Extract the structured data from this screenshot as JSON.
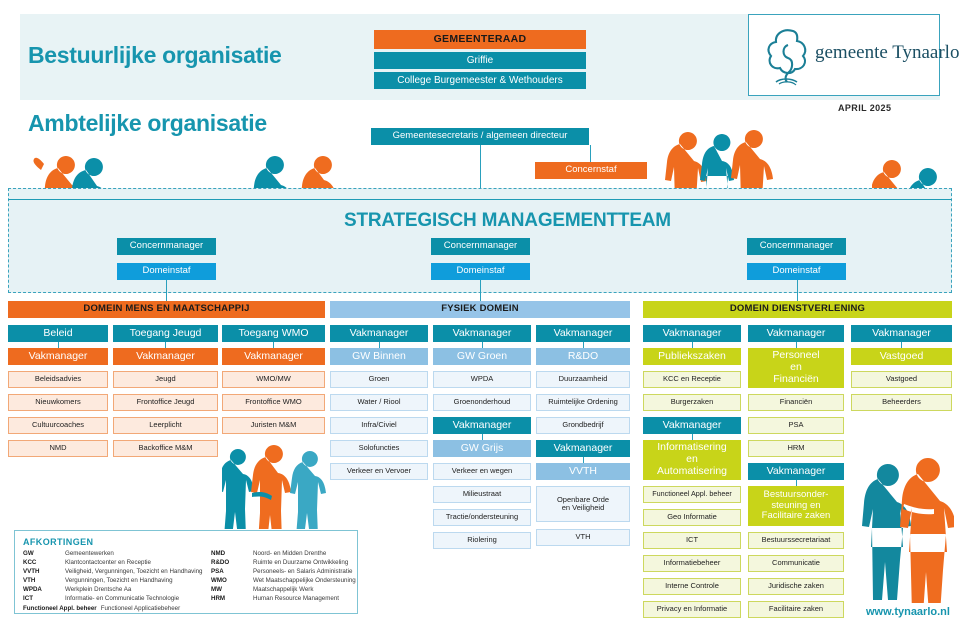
{
  "meta": {
    "date_label": "APRIL 2025",
    "website": "www.tynaarlo.nl",
    "logo_text": "gemeente Tynaarlo"
  },
  "headings": {
    "bestuurlijke": "Bestuurlijke organisatie",
    "ambtelijke": "Ambtelijke organisatie",
    "smt": "STRATEGISCH MANAGEMENTTEAM"
  },
  "bestuurlijk": {
    "raad": "GEMEENTERAAD",
    "griffie": "Griffie",
    "college": "College Burgemeester & Wethouders"
  },
  "ambtelijk": {
    "secretaris": "Gemeentesecretaris / algemeen directeur",
    "concernstaf": "Concernstaf"
  },
  "smt_nodes": [
    {
      "manager": "Concernmanager",
      "staf": "Domeinstaf"
    },
    {
      "manager": "Concernmanager",
      "staf": "Domeinstaf"
    },
    {
      "manager": "Concernmanager",
      "staf": "Domeinstaf"
    }
  ],
  "domains": [
    {
      "id": "mens-en-maatschappij",
      "header": "DOMEIN MENS EN MAATSCHAPPIJ",
      "columns": [
        {
          "unit": "Beleid",
          "manager": "Vakmanager",
          "teams": [
            "Beleidsadvies",
            "Nieuwkomers",
            "Cultuurcoaches",
            "NMD"
          ]
        },
        {
          "unit": "Toegang Jeugd",
          "manager": "Vakmanager",
          "teams": [
            "Jeugd",
            "Frontoffice Jeugd",
            "Leerplicht",
            "Backoffice M&M"
          ]
        },
        {
          "unit": "Toegang WMO",
          "manager": "Vakmanager",
          "teams": [
            "WMO/MW",
            "Frontoffice WMO",
            "Juristen M&M"
          ]
        }
      ]
    },
    {
      "id": "fysiek-domein",
      "header": "FYSIEK DOMEIN",
      "columns": [
        {
          "manager": "Vakmanager",
          "unit": "GW Binnen",
          "teams": [
            "Groen",
            "Water / Riool",
            "Infra/Civiel",
            "Solofuncties",
            "Verkeer en Vervoer"
          ]
        },
        {
          "manager": "Vakmanager",
          "unit": "GW Groen",
          "teams": [
            "WPDA",
            "Groenonderhoud"
          ],
          "manager2": "Vakmanager",
          "unit2": "GW Grijs",
          "teams2": [
            "Verkeer en wegen",
            "Milieustraat",
            "Tractie/ondersteuning",
            "Riolering"
          ]
        },
        {
          "manager": "Vakmanager",
          "unit": "R&DO",
          "teams": [
            "Duurzaamheid",
            "Ruimtelijke Ordening",
            "Grondbedrijf"
          ],
          "manager2": "Vakmanager",
          "unit2": "VVTH",
          "teams2": [
            "Openbare Orde\nen Veiligheid",
            "VTH"
          ]
        }
      ]
    },
    {
      "id": "dienstverlening",
      "header": "DOMEIN DIENSTVERLENING",
      "columns": [
        {
          "manager": "Vakmanager",
          "unit": "Publiekszaken",
          "teams": [
            "KCC en Receptie",
            "Burgerzaken"
          ],
          "manager2": "Vakmanager",
          "unit2": "Informatisering\nen\nAutomatisering",
          "teams2": [
            "Functioneel Appl. beheer",
            "Geo Informatie",
            "ICT",
            "Informatiebeheer",
            "Interne Controle",
            "Privacy en Informatie"
          ]
        },
        {
          "manager": "Vakmanager",
          "unit": "Personeel\nen\nFinanciën",
          "teams": [
            "Financiën",
            "PSA",
            "HRM"
          ],
          "manager2": "Vakmanager",
          "unit2": "Bestuursonder-\nsteuning en\nFacilitaire zaken",
          "teams2": [
            "Bestuurssecretariaat",
            "Communicatie",
            "Juridische zaken",
            "Facilitaire zaken"
          ]
        },
        {
          "manager": "Vakmanager",
          "unit": "Vastgoed",
          "teams": [
            "Vastgoed",
            "Beheerders"
          ]
        }
      ]
    }
  ],
  "legend": {
    "title": "AFKORTINGEN",
    "left": [
      {
        "key": "GW",
        "value": "Gemeentewerken"
      },
      {
        "key": "KCC",
        "value": "Klantcontactcenter en Receptie"
      },
      {
        "key": "VVTH",
        "value": "Veiligheid, Vergunningen, Toezicht en Handhaving"
      },
      {
        "key": "VTH",
        "value": "Vergunningen, Toezicht en Handhaving"
      },
      {
        "key": "WPDA",
        "value": "Werkplein Drentsche Aa"
      },
      {
        "key": "ICT",
        "value": "Informatie- en Communicatie Technologie"
      },
      {
        "key": "Functioneel Appl. beheer",
        "value": "Functioneel Applicatiebeheer",
        "wide": true
      }
    ],
    "right": [
      {
        "key": "NMD",
        "value": "Noord- en Midden Drenthe"
      },
      {
        "key": "R&DO",
        "value": "Ruimte en Duurzame Ontwikkeling"
      },
      {
        "key": "PSA",
        "value": "Personeels- en Salaris Administratie"
      },
      {
        "key": "WMO",
        "value": "Wet Maatschappelijke Ondersteuning"
      },
      {
        "key": "MW",
        "value": "Maatschappelijk Werk"
      },
      {
        "key": "HRM",
        "value": "Human Resource Management"
      }
    ]
  },
  "colors": {
    "teal": "#0b8fa8",
    "orange": "#ee6b1f",
    "lime": "#c8d419",
    "light_blue": "#96c4e8",
    "blue": "#0f9ddb",
    "band_bg": "#e8f3f5"
  }
}
